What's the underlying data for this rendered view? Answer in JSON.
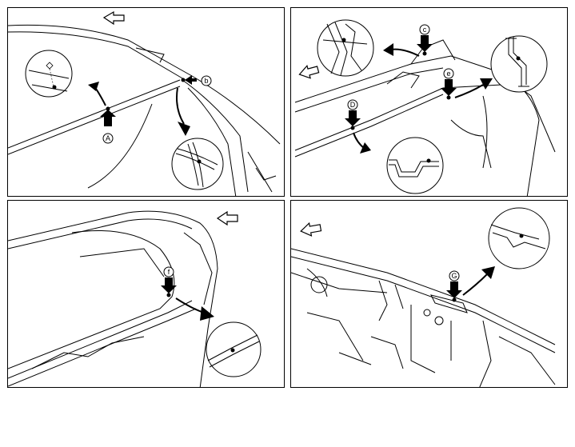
{
  "panels": [
    {
      "id": "top-left",
      "callouts": [
        "A",
        "b"
      ]
    },
    {
      "id": "top-right",
      "callouts": [
        "c",
        "D",
        "e"
      ]
    },
    {
      "id": "bottom-left",
      "callouts": [
        "f"
      ]
    },
    {
      "id": "bottom-right",
      "callouts": [
        "G"
      ]
    }
  ],
  "icons": {
    "front_arrow": "front-direction-arrow-icon",
    "callout_arrow": "down-arrow-icon",
    "detail_circle": "detail-magnifier-icon",
    "spot_weld": "spot-weld-point-icon"
  }
}
